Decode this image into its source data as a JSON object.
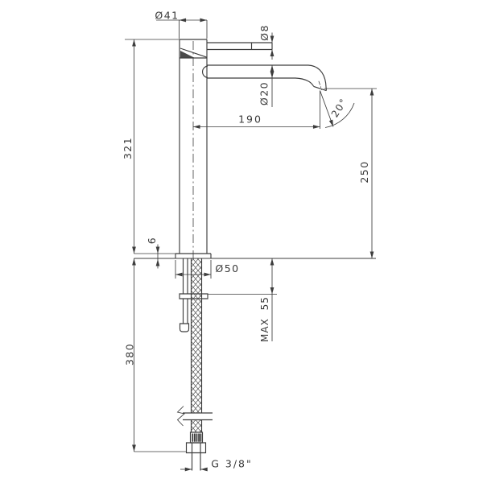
{
  "colors": {
    "background": "#ffffff",
    "line": "#3d3d3d",
    "text": "#3a3a3a"
  },
  "dimensions": {
    "body_diameter": "Ø41",
    "lever_diameter": "Ø8",
    "spout_diameter": "Ø20",
    "spout_reach": "190",
    "spout_angle": "20°",
    "total_height": "321",
    "outlet_height": "250",
    "base_plate_thickness": "6",
    "base_diameter": "Ø50",
    "max_mounting_thickness": "MAX 55",
    "hose_length": "380",
    "connection_thread": "G 3/8\""
  }
}
